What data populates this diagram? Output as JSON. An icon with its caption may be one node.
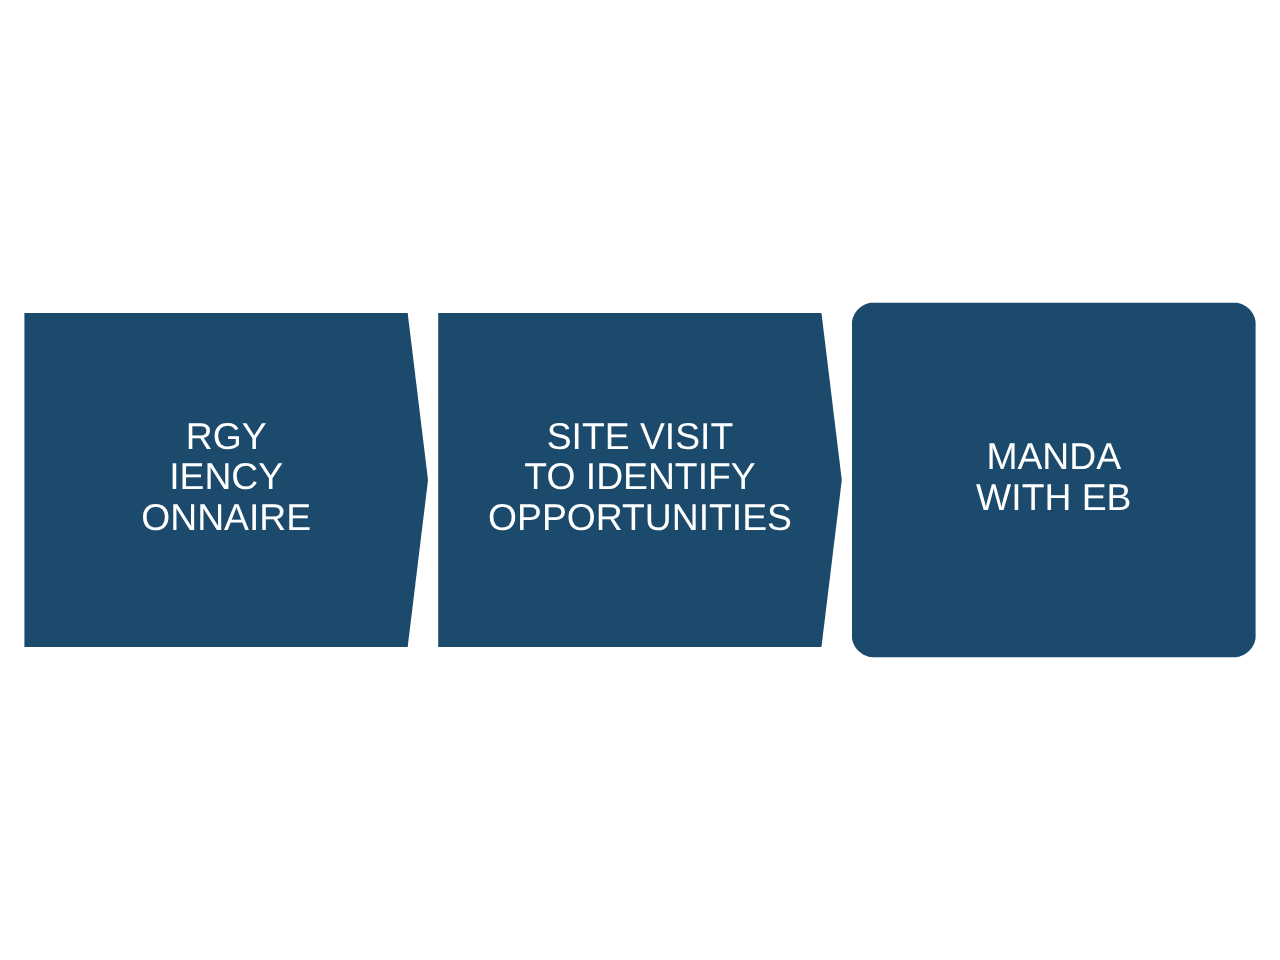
{
  "diagram": {
    "nodes": [
      {
        "text": [
          "RGY IENCY ONNAIRE"
        ]
      },
      {
        "text": [
          "SITE VISIT TO IDENTIFY OPPORTUNITIES"
        ]
      },
      {
        "text": [
          "MANDA WITH EB"
        ]
      }
    ]
  }
}
